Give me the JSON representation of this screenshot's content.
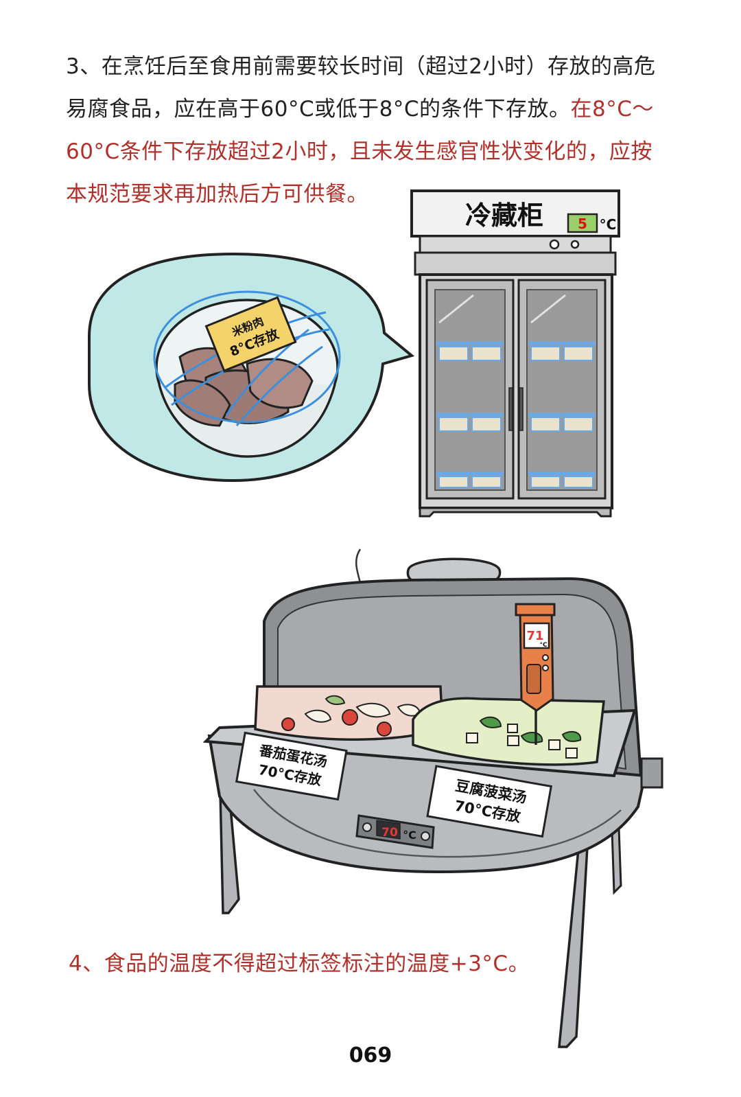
{
  "paragraph3": {
    "black": "3、在烹饪后至食用前需要较长时间（超过2小时）存放的高危易腐食品，应在高于60°C或低于8°C的条件下存放。",
    "red": "在8°C～60°C条件下存放超过2小时，且未发生感官性状变化的，应按本规范要求再加热后方可供餐。"
  },
  "fridge": {
    "title": "冷藏柜",
    "temp_value": "5",
    "temp_unit": "°C"
  },
  "bowl_tag": {
    "line1": "米粉肉",
    "line2": "8°C存放"
  },
  "warmer": {
    "left_tag": {
      "line1": "番茄蛋花汤",
      "line2": "70°C存放"
    },
    "right_tag": {
      "line1": "豆腐菠菜汤",
      "line2": "70°C存放"
    },
    "panel_temp": "70",
    "panel_unit": "°C",
    "thermometer_value": "71",
    "thermometer_unit": "°C"
  },
  "paragraph4": "4、食品的温度不得超过标签标注的温度+3°C。",
  "page_number": "069",
  "colors": {
    "accent_red": "#b0312b",
    "bubble": "#bfe8e6",
    "steel": "#a7a9ac"
  }
}
